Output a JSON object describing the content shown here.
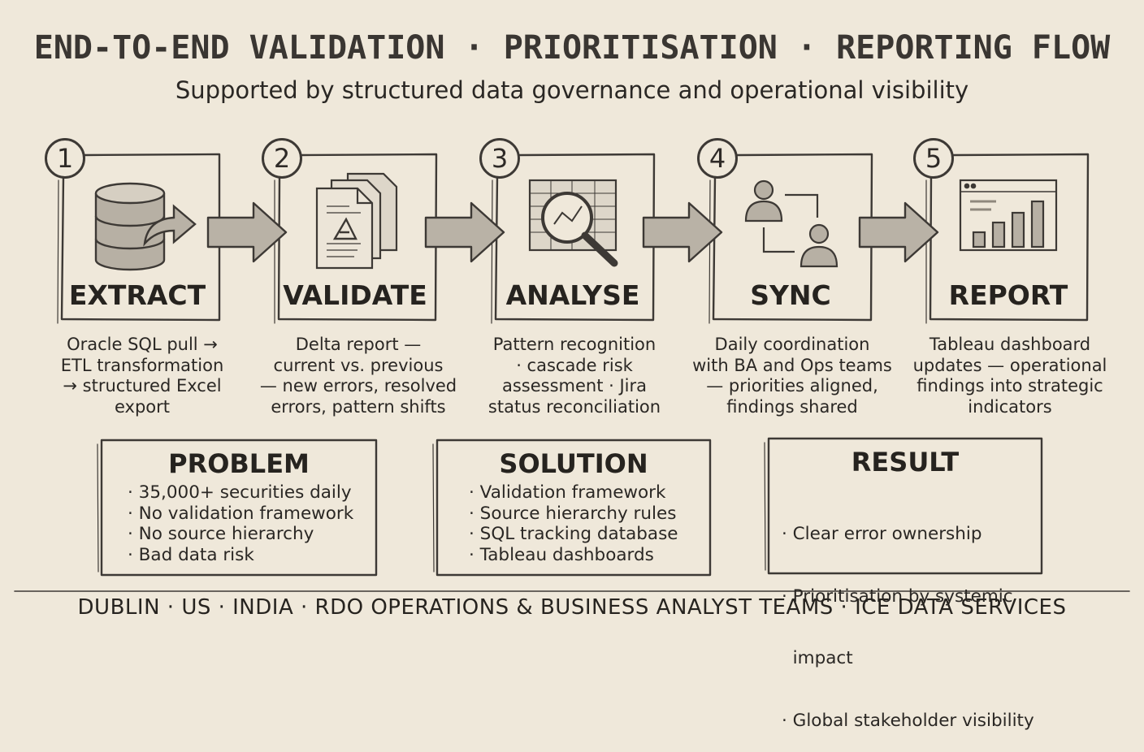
{
  "title": "END-TO-END VALIDATION · PRIORITISATION · REPORTING FLOW",
  "subtitle": "Supported by structured data governance and operational visibility",
  "steps": [
    {
      "number": "1",
      "title": "EXTRACT",
      "icon": "database-export-icon",
      "desc": [
        "Oracle SQL pull →",
        "ETL transformation",
        "→ structured Excel",
        "export"
      ]
    },
    {
      "number": "2",
      "title": "VALIDATE",
      "icon": "documents-icon",
      "desc": [
        "Delta report —",
        "current vs. previous",
        "— new errors, resolved",
        "errors, pattern shifts"
      ]
    },
    {
      "number": "3",
      "title": "ANALYSE",
      "icon": "magnifier-chart-icon",
      "desc": [
        "Pattern recognition",
        "· cascade risk",
        "assessment · Jira",
        "status reconciliation"
      ]
    },
    {
      "number": "4",
      "title": "SYNC",
      "icon": "people-sync-icon",
      "desc": [
        "Daily coordination",
        "with BA and Ops teams",
        "— priorities aligned,",
        "findings shared"
      ]
    },
    {
      "number": "5",
      "title": "REPORT",
      "icon": "dashboard-chart-icon",
      "desc": [
        "Tableau dashboard",
        "updates — operational",
        "findings into strategic",
        "indicators"
      ]
    }
  ],
  "panels": [
    {
      "title": "PROBLEM",
      "items": [
        "· 35,000+ securities daily",
        "· No validation framework",
        "· No source hierarchy",
        "· Bad data risk"
      ]
    },
    {
      "title": "SOLUTION",
      "items": [
        "· Validation framework",
        "· Source hierarchy rules",
        "· SQL tracking database",
        "· Tableau dashboards"
      ]
    },
    {
      "title": "RESULT",
      "items": [
        "· Clear error ownership",
        "· Prioritisation by systemic",
        "  impact",
        "· Global stakeholder visibility"
      ]
    }
  ],
  "footer": "DUBLIN · US · INDIA · RDO OPERATIONS & BUSINESS ANALYST TEAMS · ICE DATA SERVICES",
  "colors": {
    "background": "#efe8da",
    "ink": "#2a2724",
    "arrow_fill": "#b9b2a6"
  }
}
